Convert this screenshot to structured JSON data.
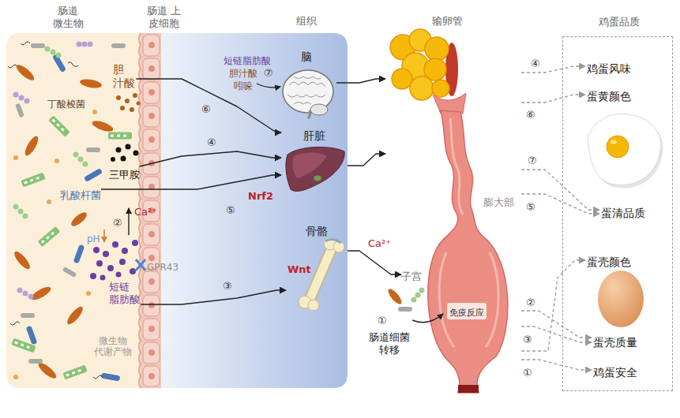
{
  "diagram": {
    "nodes": [
      {
        "text": [
          "肠道 微生物"
        ]
      },
      {
        "text": [
          "胆 汁酸"
        ],
        "in": 0
      },
      {
        "text": [
          "三甲胺"
        ],
        "in": 0
      },
      {
        "text": [
          "乳酸杆菌"
        ],
        "in": 0
      },
      {
        "text": [
          "短链 脂肪酸"
        ],
        "in": 0
      },
      {
        "text": [
          "肠道 上皮细胞"
        ]
      },
      {
        "text": [
          "组织"
        ]
      },
      {
        "text": [
          "脑"
        ],
        "in": 6
      },
      {
        "text": [
          "肝脏"
        ],
        "in": 6
      },
      {
        "text": [
          "骨骼"
        ],
        "in": 6
      },
      {
        "text": [
          "输卵管"
        ]
      },
      {
        "text": [
          "膨大部"
        ],
        "in": 10
      },
      {
        "text": [
          "子宫"
        ],
        "in": 10
      },
      {
        "text": [
          "免疫反应"
        ],
        "in": 10
      },
      {
        "text": [
          "鸡蛋品质"
        ]
      },
      {
        "text": [
          "鸡蛋风味"
        ],
        "in": 14
      },
      {
        "text": [
          "蛋黄颜色"
        ],
        "in": 14
      },
      {
        "text": [
          "蛋清品质"
        ],
        "in": 14
      },
      {
        "text": [
          "蛋壳颜色"
        ],
        "in": 14
      },
      {
        "text": [
          "蛋壳质量"
        ],
        "in": 14
      },
      {
        "text": [
          "鸡蛋安全"
        ],
        "in": 14
      }
    ],
    "edges": [
      {
        "from": 1,
        "to": 8,
        "label": "⑥",
        "arrow": "to"
      },
      {
        "from": 2,
        "to": 8,
        "label": "④",
        "arrow": "to"
      },
      {
        "from": 3,
        "to": 8,
        "label": "⑤",
        "arrow": "to"
      },
      {
        "from": 4,
        "to": 9,
        "label": "③",
        "arrow": "to"
      },
      {
        "from": 7,
        "to": 10,
        "arrow": "to"
      },
      {
        "from": 8,
        "to": 10,
        "arrow": "to"
      },
      {
        "from": 9,
        "to": 12,
        "label": "Ca²⁺",
        "arrow": "to"
      },
      {
        "from": 10,
        "to": 15,
        "label": "④",
        "arrow": "to"
      },
      {
        "from": 10,
        "to": 16,
        "label": "⑥",
        "arrow": "to"
      },
      {
        "from": 10,
        "to": 17,
        "label": "⑦",
        "arrow": "to"
      },
      {
        "from": 10,
        "to": 17,
        "label": "⑤",
        "arrow": "to"
      },
      {
        "from": 10,
        "to": 19,
        "label": "②",
        "arrow": "to"
      },
      {
        "from": 10,
        "to": 19,
        "label": "③",
        "arrow": "to"
      },
      {
        "from": 10,
        "to": 20,
        "label": "①",
        "arrow": "to"
      },
      {
        "from": 10,
        "to": 18,
        "arrow": "to"
      }
    ],
    "labels": [
      "丁酸梭菌",
      "短链脂肪酸",
      "胆汁酸",
      "吲哚",
      "⑦",
      "Nrf2",
      "②",
      "Ca²⁺",
      "pH",
      "GPR43",
      "Wnt",
      "微生物 代谢产物",
      "①",
      "肠道细菌 转移"
    ]
  }
}
